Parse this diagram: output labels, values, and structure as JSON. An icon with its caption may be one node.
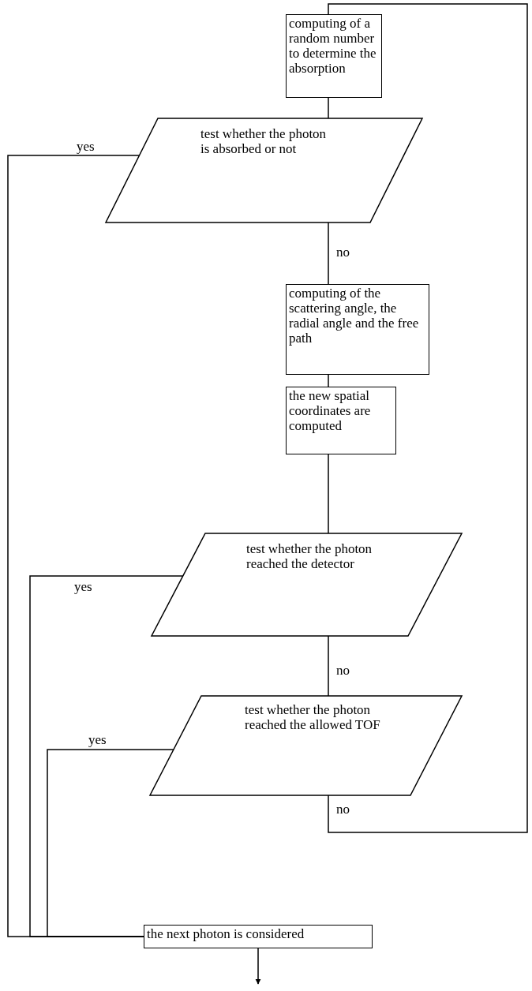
{
  "diagram": {
    "nodes": [
      {
        "text": [
          "computing of a random number to determine the absorption"
        ]
      },
      {
        "text": [
          "test whether the photon is absorbed or not"
        ]
      },
      {
        "text": [
          "computing of the scattering angle, the radial angle and the free path"
        ]
      },
      {
        "text": [
          "the new spatial coordinates are computed"
        ]
      },
      {
        "text": [
          "test whether the photon reached the detector"
        ]
      },
      {
        "text": [
          "test whether the photon reached the allowed TOF"
        ]
      },
      {
        "text": [
          "the next photon is considered"
        ]
      }
    ],
    "edges": [
      {
        "from": 0,
        "to": 1,
        "arrow": "none"
      },
      {
        "from": 1,
        "to": 2,
        "arrow": "none",
        "label": "no"
      },
      {
        "from": 2,
        "to": 3,
        "arrow": "none"
      },
      {
        "from": 3,
        "to": 4,
        "arrow": "none"
      },
      {
        "from": 4,
        "to": 5,
        "arrow": "none",
        "label": "no"
      },
      {
        "from": 5,
        "to": 0,
        "arrow": "none",
        "label": "no"
      },
      {
        "from": 1,
        "to": 6,
        "arrow": "none",
        "label": "yes"
      },
      {
        "from": 4,
        "to": 6,
        "arrow": "none",
        "label": "yes"
      },
      {
        "from": 5,
        "to": 6,
        "arrow": "none",
        "label": "yes"
      },
      {
        "from": 6,
        "to": null,
        "arrow": "to"
      }
    ]
  }
}
